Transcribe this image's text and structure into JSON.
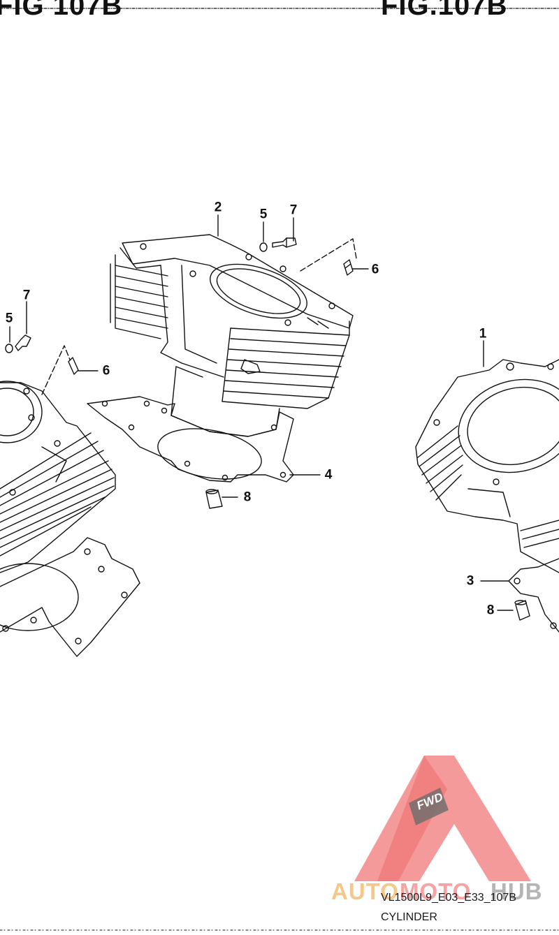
{
  "header": {
    "left_fragment": "FIG 107B",
    "right_fragment": "FIG.107B"
  },
  "callouts": {
    "c1": "1",
    "c2": "2",
    "c3": "3",
    "c4": "4",
    "c5a": "5",
    "c5b": "5",
    "c6a": "6",
    "c6b": "6",
    "c7a": "7",
    "c7b": "7",
    "c8a": "8",
    "c8b": "8"
  },
  "caption": {
    "code": "VL1500L9_E03_E33_107B",
    "title": "CYLINDER"
  },
  "watermark": {
    "badge": "FWD",
    "auto": "AUTO",
    "moto": "MOTO",
    "hub": "HUB",
    "colors": {
      "triangle": "#f07878",
      "auto": "#f5c88a",
      "moto": "#f5a3a3",
      "hub": "#b5b5b5"
    }
  },
  "colors": {
    "line": "#111111",
    "background": "#ffffff"
  }
}
